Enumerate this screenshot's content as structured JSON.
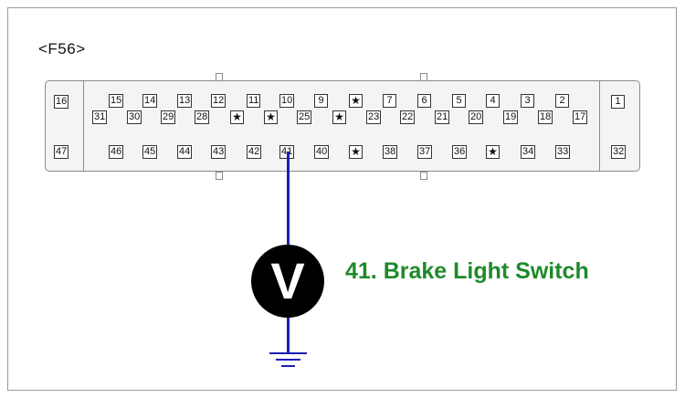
{
  "connector": {
    "label": "<F56>",
    "pins": {
      "p16": "16",
      "p15": "15",
      "p14": "14",
      "p13": "13",
      "p12": "12",
      "p11": "11",
      "p10": "10",
      "p9": "9",
      "p8": "★",
      "p7": "7",
      "p6": "6",
      "p5": "5",
      "p4": "4",
      "p3": "3",
      "p2": "2",
      "p1": "1",
      "p31": "31",
      "p30": "30",
      "p29": "29",
      "p28": "28",
      "p27": "★",
      "p26": "★",
      "p25": "25",
      "p24": "★",
      "p23": "23",
      "p22": "22",
      "p21": "21",
      "p20": "20",
      "p19": "19",
      "p18": "18",
      "p17": "17",
      "p47": "47",
      "p46": "46",
      "p45": "45",
      "p44": "44",
      "p43": "43",
      "p42": "42",
      "p41": "41",
      "p40": "40",
      "p39": "★",
      "p38": "38",
      "p37": "37",
      "p36": "36",
      "p35": "★",
      "p34": "34",
      "p33": "33",
      "p32": "32"
    }
  },
  "meter": {
    "symbol": "V"
  },
  "callout": {
    "text": "41. Brake Light Switch",
    "color": "#1f8a2a"
  },
  "colors": {
    "wire": "#1a1fb5",
    "meter": "#000000"
  }
}
